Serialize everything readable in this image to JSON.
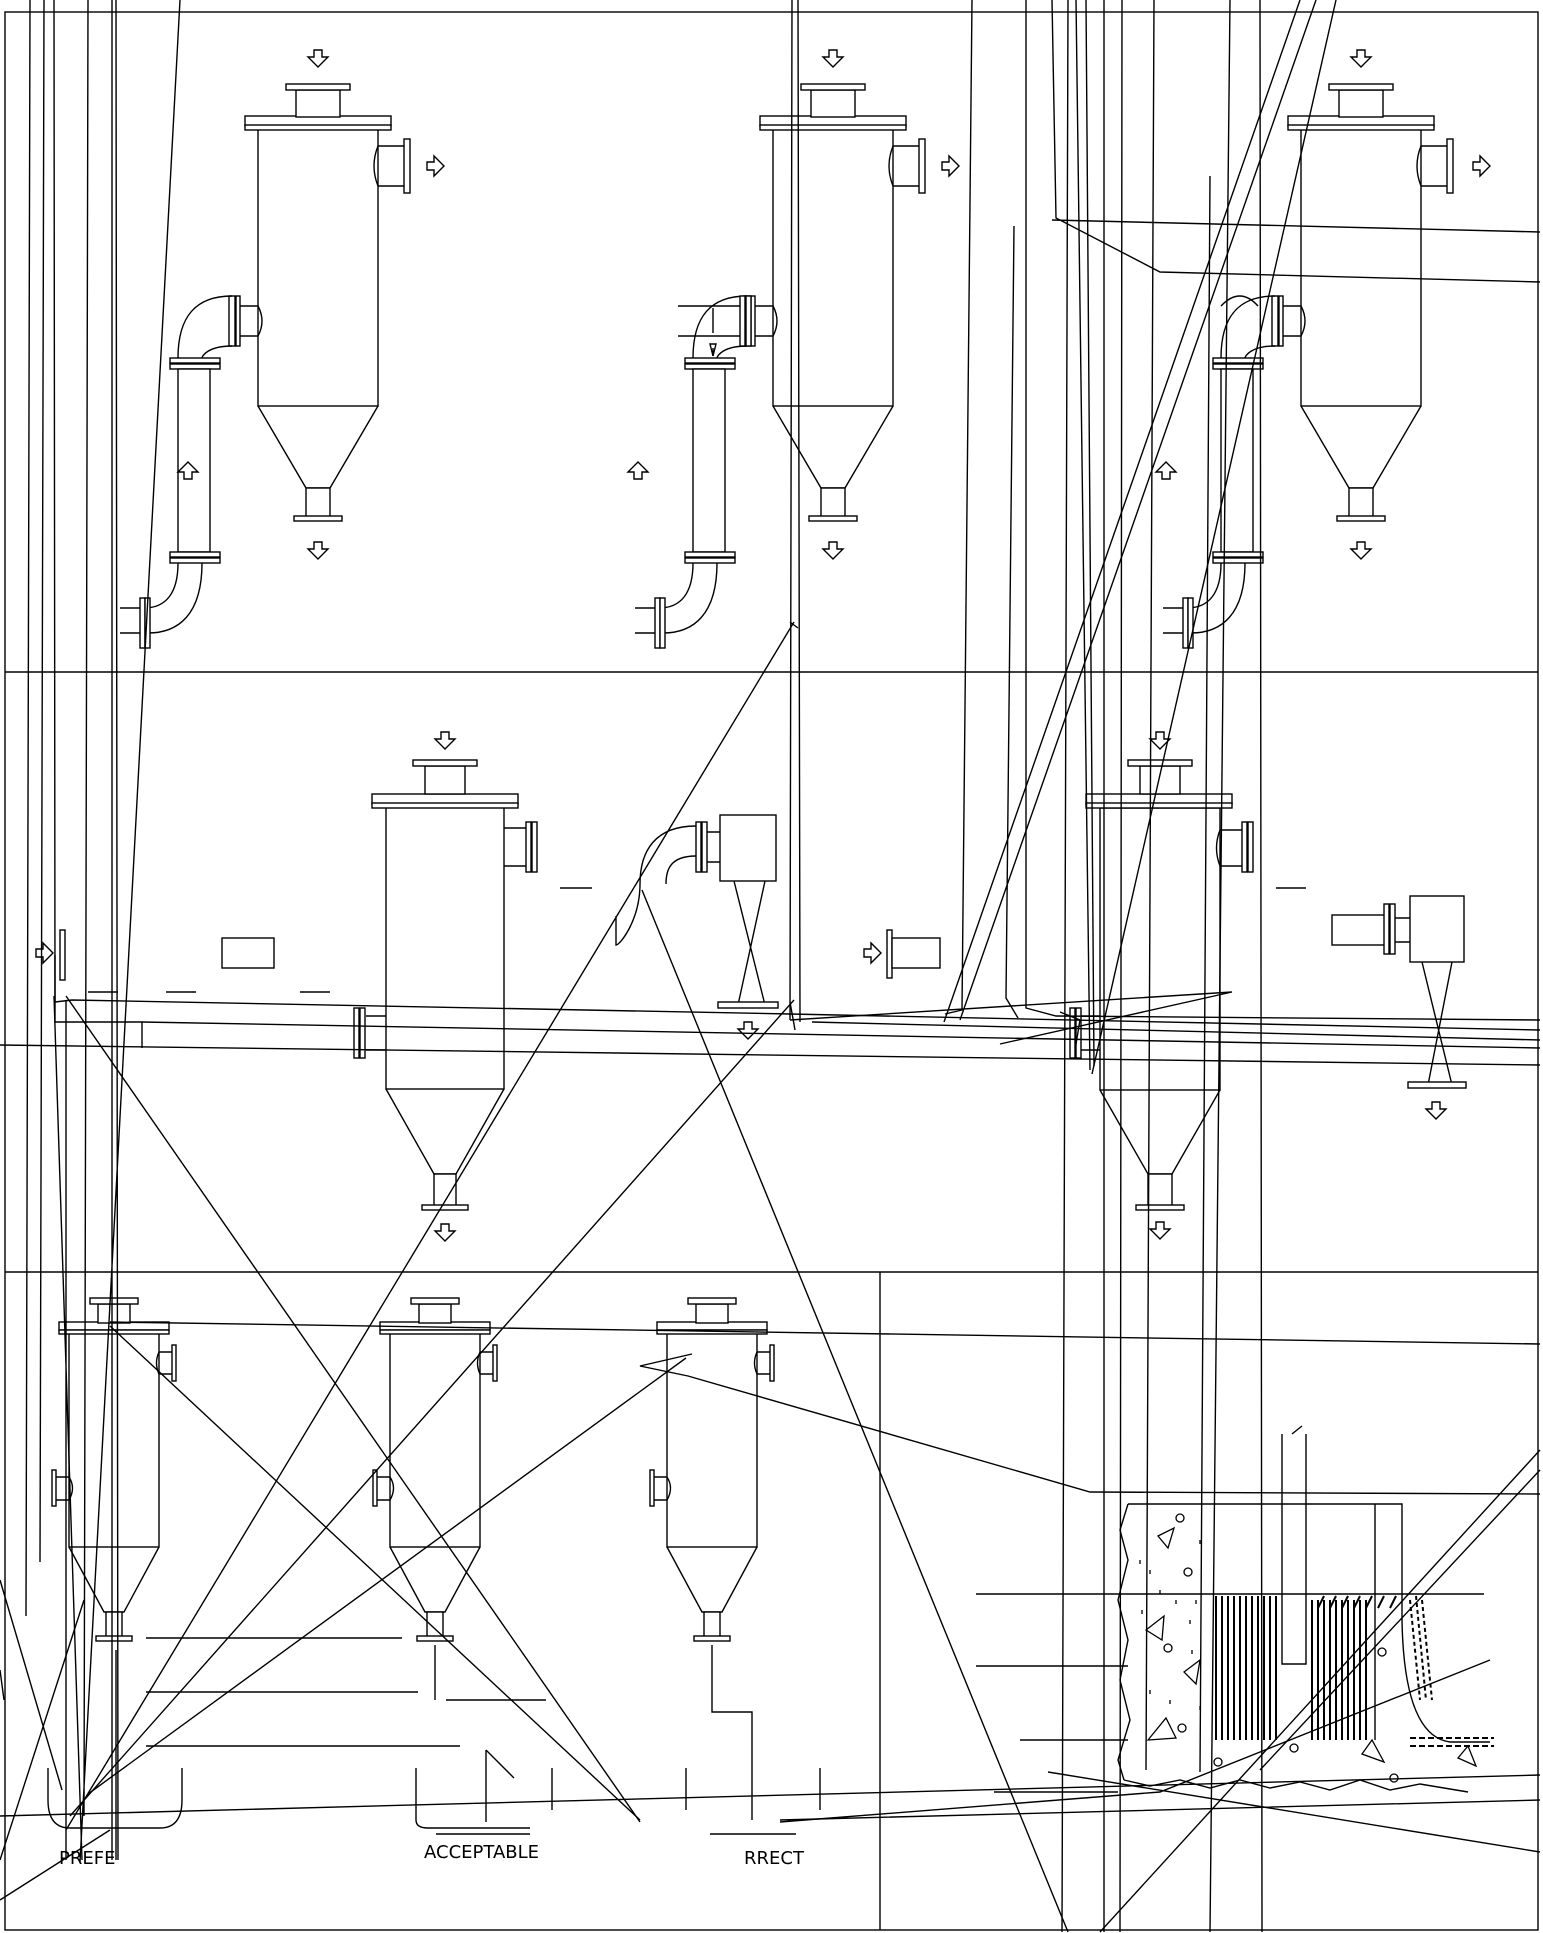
{
  "drawing": {
    "labels": {
      "preferred": "PREFE",
      "acceptable": "ACCEPTABLE",
      "correct": "RRECT"
    }
  }
}
